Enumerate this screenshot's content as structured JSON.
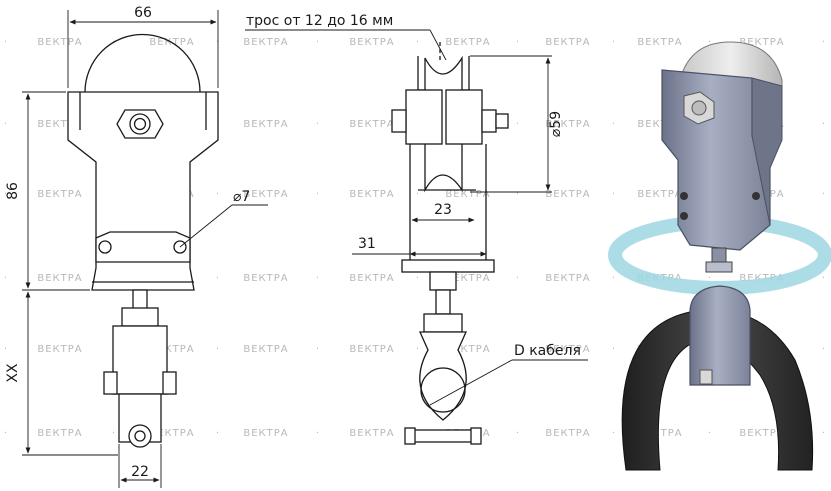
{
  "watermark": {
    "text": "ВЕКТРА",
    "separator": "·"
  },
  "dimensions": {
    "width_top": "66",
    "height_left": "86",
    "height_bottom": "XX",
    "bottom_width": "22",
    "hole_diameter": "⌀7",
    "cable_spec": "трос от 12 до 16 мм",
    "wheel_diameter": "⌀59",
    "inner_width": "23",
    "overall_width": "31",
    "cable_label": "D кабеля"
  },
  "colors": {
    "line": "#1a1a1a",
    "metal": "#9aa0b4",
    "metal_dark": "#5e6478",
    "ring": "#9ed7e2",
    "cable": "#2e2e2e"
  }
}
